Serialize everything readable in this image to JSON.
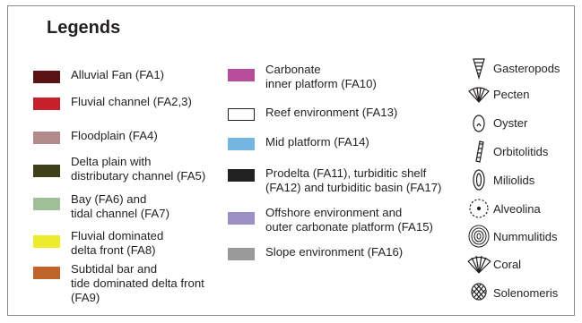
{
  "title": "Legends",
  "facies": [
    {
      "label": "Alluvial Fan (FA1)",
      "color": "#5a1416"
    },
    {
      "label": "Fluvial channel (FA2,3)",
      "color": "#c8202a"
    },
    {
      "label": "Floodplain (FA4)",
      "color": "#b48b8d"
    },
    {
      "label": "Delta plain with\ndistributary channel (FA5)",
      "color": "#3f3f18"
    },
    {
      "label": "Bay (FA6) and\ntidal channel (FA7)",
      "color": "#9fbf96"
    },
    {
      "label": "Fluvial dominated\ndelta front (FA8)",
      "color": "#eeea2c"
    },
    {
      "label": "Subtidal bar and\ntide dominated delta front\n(FA9)",
      "color": "#c0632a"
    },
    {
      "label": "Carbonate\ninner platform (FA10)",
      "color": "#b64c9a"
    },
    {
      "label": "Reef environment (FA13)",
      "color": "#ffffff"
    },
    {
      "label": "Mid platform (FA14)",
      "color": "#76b5e0"
    },
    {
      "label": "Prodelta (FA11), turbiditic shelf\n(FA12) and turbiditic basin (FA17)",
      "color": "#222222"
    },
    {
      "label": "Offshore environment and\nouter carbonate platform (FA15)",
      "color": "#9b8fc6"
    },
    {
      "label": "Slope environment (FA16)",
      "color": "#999999"
    }
  ],
  "fossils": [
    {
      "label": "Gasteropods",
      "icon": "gastropod-icon"
    },
    {
      "label": "Pecten",
      "icon": "pecten-icon"
    },
    {
      "label": "Oyster",
      "icon": "oyster-icon"
    },
    {
      "label": "Orbitolitids",
      "icon": "orbitolitid-icon"
    },
    {
      "label": "Miliolids",
      "icon": "miliolid-icon"
    },
    {
      "label": "Alveolina",
      "icon": "alveolina-icon"
    },
    {
      "label": "Nummulitids",
      "icon": "nummulitid-icon"
    },
    {
      "label": "Coral",
      "icon": "coral-icon"
    },
    {
      "label": "Solenomeris",
      "icon": "solenomeris-icon"
    }
  ]
}
